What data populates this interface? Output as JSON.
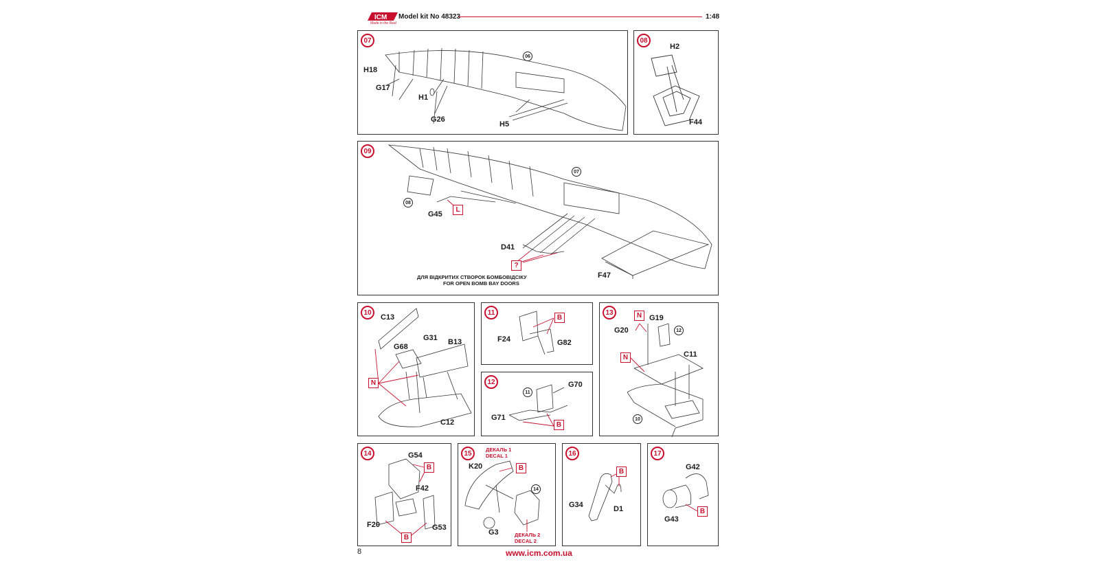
{
  "header": {
    "brand": "ICM",
    "tagline": "Made in the Real",
    "model_kit": "Model kit No 48323",
    "scale": "1:48"
  },
  "footer": {
    "page_number": "8",
    "url": "www.icm.com.ua"
  },
  "colors": {
    "accent": "#c8102e",
    "line": "#333333"
  },
  "steps": {
    "s07": {
      "num": "07",
      "ref": "06",
      "parts": {
        "h18": "H18",
        "g17": "G17",
        "h1": "H1",
        "g26": "G26",
        "h5": "H5"
      }
    },
    "s08": {
      "num": "08",
      "parts": {
        "h2": "H2",
        "f44": "F44"
      }
    },
    "s09": {
      "num": "09",
      "ref_a": "07",
      "ref_b": "08",
      "parts": {
        "g45": "G45",
        "d41": "D41",
        "f47": "F47"
      },
      "tag_l": "L",
      "tag_q": "?",
      "note_ua": "ДЛЯ ВІДКРИТИХ СТВОРОК БОМБОВІДСІКУ",
      "note_en": "FOR OPEN BOMB BAY DOORS"
    },
    "s10": {
      "num": "10",
      "parts": {
        "c13": "C13",
        "g31": "G31",
        "g68": "G68",
        "b13": "B13",
        "c12": "C12"
      },
      "tag": "N"
    },
    "s11": {
      "num": "11",
      "parts": {
        "f24": "F24",
        "g82": "G82"
      },
      "tag": "B"
    },
    "s12": {
      "num": "12",
      "ref": "11",
      "parts": {
        "g70": "G70",
        "g71": "G71"
      },
      "tag": "B"
    },
    "s13": {
      "num": "13",
      "ref_a": "12",
      "ref_b": "10",
      "parts": {
        "g19": "G19",
        "g20": "G20",
        "c11": "C11"
      },
      "tag": "N"
    },
    "s14": {
      "num": "14",
      "parts": {
        "g54": "G54",
        "f42": "F42",
        "f20": "F20",
        "g53": "G53"
      },
      "tag": "B"
    },
    "s15": {
      "num": "15",
      "ref": "14",
      "parts": {
        "k20": "K20",
        "g3": "G3"
      },
      "tag": "B",
      "decal1_ua": "ДЕКАЛЬ 1",
      "decal1_en": "DECAL 1",
      "decal2_ua": "ДЕКАЛЬ 2",
      "decal2_en": "DECAL 2"
    },
    "s16": {
      "num": "16",
      "parts": {
        "g34": "G34",
        "d1": "D1"
      },
      "tag": "B"
    },
    "s17": {
      "num": "17",
      "parts": {
        "g42": "G42",
        "g43": "G43"
      },
      "tag": "B"
    }
  }
}
